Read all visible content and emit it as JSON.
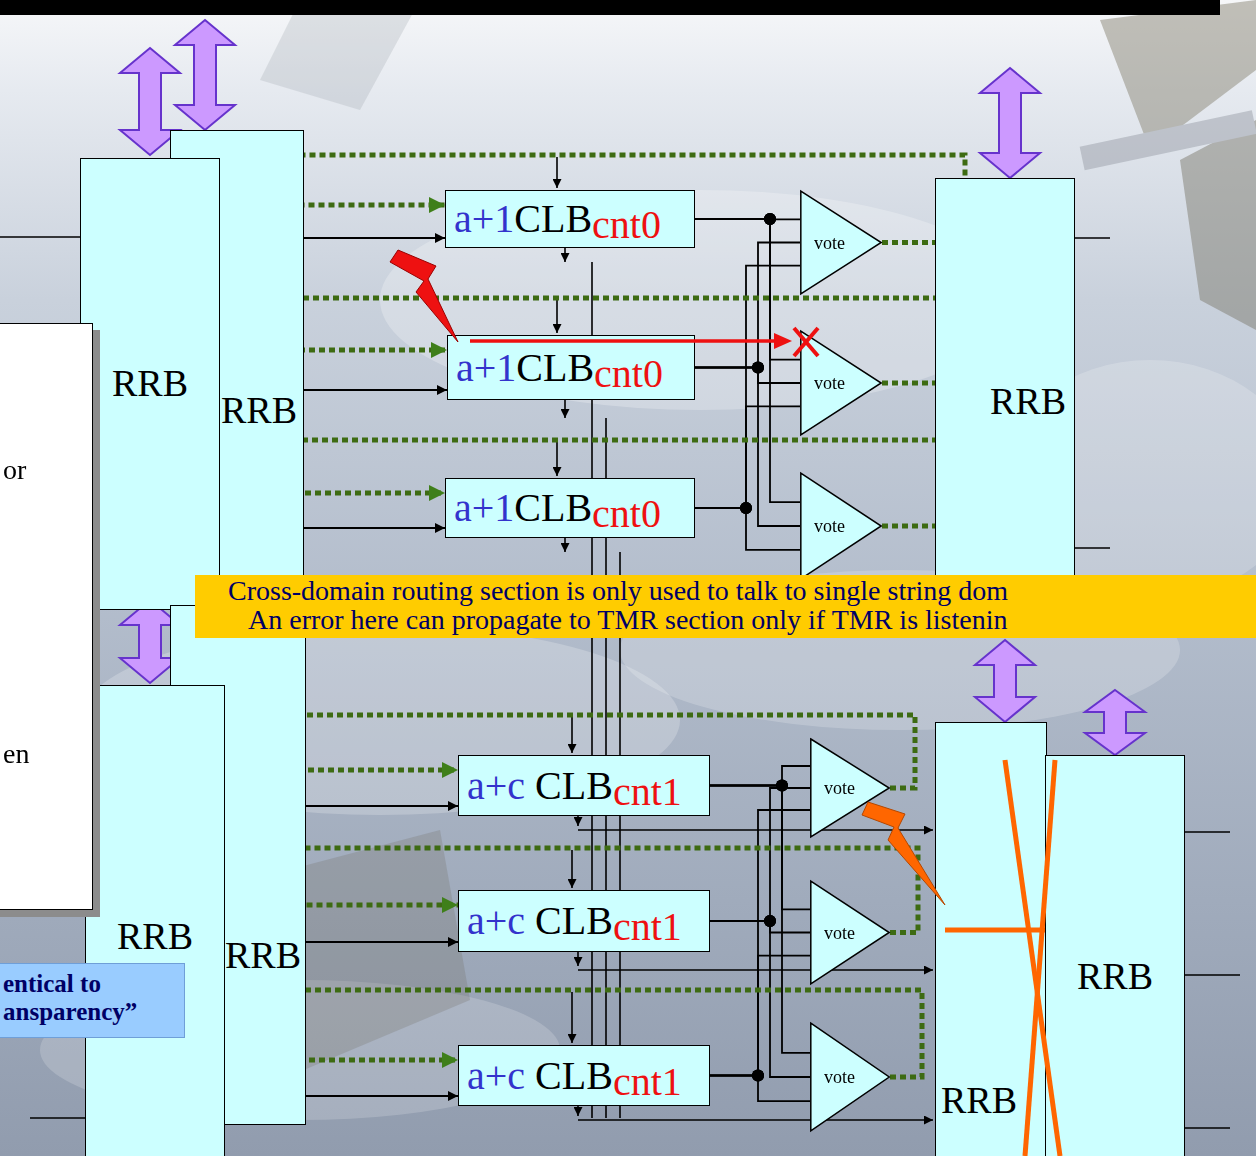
{
  "diagram": {
    "nodes": [
      {
        "text": [
          "RRB"
        ]
      },
      {
        "text": [
          "RRB"
        ]
      },
      {
        "text": [
          "a+1",
          "CLB",
          "cnt0"
        ]
      },
      {
        "text": [
          "a+1",
          "CLB",
          "cnt0"
        ]
      },
      {
        "text": [
          "a+1",
          "CLB",
          "cnt0"
        ]
      },
      {
        "text": [
          "vote"
        ]
      },
      {
        "text": [
          "vote"
        ]
      },
      {
        "text": [
          "vote"
        ]
      },
      {
        "text": [
          "RRB"
        ]
      },
      {
        "text": [
          "or",
          "en"
        ]
      },
      {
        "text": [
          "Cross-domain routing section is only used to talk to single string dom",
          "An error here can propagate to TMR section only if TMR is listenin"
        ]
      },
      {
        "text": [
          "RRB"
        ]
      },
      {
        "text": [
          "RRB"
        ]
      },
      {
        "text": [
          "a+c",
          "CLB",
          "cnt1"
        ]
      },
      {
        "text": [
          "a+c",
          "CLB",
          "cnt1"
        ]
      },
      {
        "text": [
          "a+c",
          "CLB",
          "cnt1"
        ]
      },
      {
        "text": [
          "vote"
        ]
      },
      {
        "text": [
          "vote"
        ]
      },
      {
        "text": [
          "vote"
        ]
      },
      {
        "text": [
          "RRB"
        ]
      },
      {
        "text": [
          "RRB"
        ]
      },
      {
        "text": [
          "entical to ansparency”"
        ]
      }
    ],
    "edges": [
      {
        "from": 0,
        "to": 2,
        "arrow": "to"
      },
      {
        "from": 0,
        "to": 3,
        "arrow": "to"
      },
      {
        "from": 0,
        "to": 4,
        "arrow": "to"
      },
      {
        "from": 2,
        "to": 5,
        "arrow": "none"
      },
      {
        "from": 2,
        "to": 6,
        "arrow": "none"
      },
      {
        "from": 2,
        "to": 7,
        "arrow": "none"
      },
      {
        "from": 3,
        "to": 5,
        "arrow": "none"
      },
      {
        "from": 3,
        "to": 6,
        "arrow": "none"
      },
      {
        "from": 3,
        "to": 7,
        "arrow": "none"
      },
      {
        "from": 4,
        "to": 5,
        "arrow": "none"
      },
      {
        "from": 4,
        "to": 6,
        "arrow": "none"
      },
      {
        "from": 4,
        "to": 7,
        "arrow": "none"
      },
      {
        "from": 5,
        "to": 2,
        "arrow": "to"
      },
      {
        "from": 6,
        "to": 3,
        "arrow": "to"
      },
      {
        "from": 7,
        "to": 4,
        "arrow": "to"
      },
      {
        "from": 11,
        "to": 13,
        "arrow": "to"
      },
      {
        "from": 11,
        "to": 14,
        "arrow": "to"
      },
      {
        "from": 11,
        "to": 15,
        "arrow": "to"
      },
      {
        "from": 13,
        "to": 16,
        "arrow": "none"
      },
      {
        "from": 13,
        "to": 17,
        "arrow": "none"
      },
      {
        "from": 13,
        "to": 18,
        "arrow": "none"
      },
      {
        "from": 14,
        "to": 16,
        "arrow": "none"
      },
      {
        "from": 14,
        "to": 17,
        "arrow": "none"
      },
      {
        "from": 14,
        "to": 18,
        "arrow": "none"
      },
      {
        "from": 15,
        "to": 16,
        "arrow": "none"
      },
      {
        "from": 15,
        "to": 17,
        "arrow": "none"
      },
      {
        "from": 15,
        "to": 18,
        "arrow": "none"
      },
      {
        "from": 16,
        "to": 13,
        "arrow": "to"
      },
      {
        "from": 17,
        "to": 14,
        "arrow": "to"
      },
      {
        "from": 18,
        "to": 15,
        "arrow": "to"
      }
    ]
  }
}
